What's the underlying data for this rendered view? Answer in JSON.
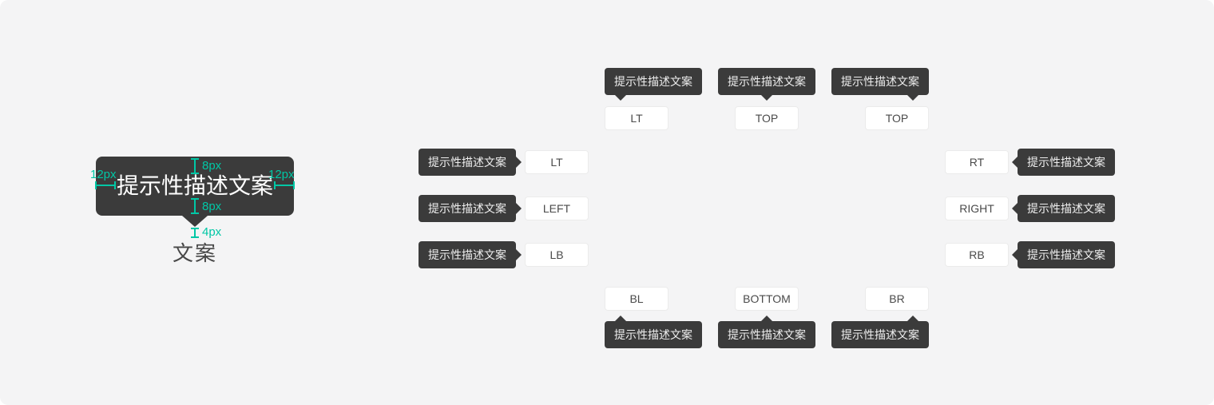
{
  "colors": {
    "canvas_bg": "#f4f4f5",
    "tooltip_bg": "#3b3b3b",
    "tooltip_text": "#eeeeee",
    "measure_accent": "#00c7a5",
    "button_bg": "#ffffff",
    "button_border": "#ebebeb",
    "button_text": "#4a4a4a"
  },
  "spec": {
    "tooltip_text": "提示性描述文案",
    "target_text": "文案",
    "padding_top_label": "8px",
    "padding_bottom_label": "8px",
    "padding_left_label": "12px",
    "padding_right_label": "12px",
    "offset_label": "4px"
  },
  "placements": [
    {
      "button": "LT",
      "tooltip": "提示性描述文案",
      "placement": "top-left"
    },
    {
      "button": "TOP",
      "tooltip": "提示性描述文案",
      "placement": "top-center"
    },
    {
      "button": "TOP",
      "tooltip": "提示性描述文案",
      "placement": "top-right"
    },
    {
      "button": "LT",
      "tooltip": "提示性描述文案",
      "placement": "left-top"
    },
    {
      "button": "LEFT",
      "tooltip": "提示性描述文案",
      "placement": "left-middle"
    },
    {
      "button": "LB",
      "tooltip": "提示性描述文案",
      "placement": "left-bottom"
    },
    {
      "button": "RT",
      "tooltip": "提示性描述文案",
      "placement": "right-top"
    },
    {
      "button": "RIGHT",
      "tooltip": "提示性描述文案",
      "placement": "right-middle"
    },
    {
      "button": "RB",
      "tooltip": "提示性描述文案",
      "placement": "right-bottom"
    },
    {
      "button": "BL",
      "tooltip": "提示性描述文案",
      "placement": "bottom-left"
    },
    {
      "button": "BOTTOM",
      "tooltip": "提示性描述文案",
      "placement": "bottom-center"
    },
    {
      "button": "BR",
      "tooltip": "提示性描述文案",
      "placement": "bottom-right"
    }
  ]
}
